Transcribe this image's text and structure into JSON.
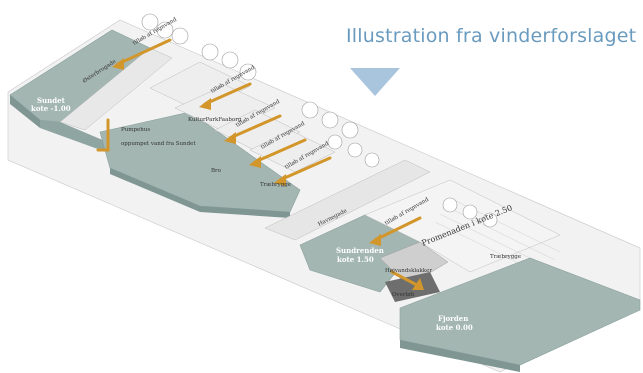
{
  "caption": "Illustration fra vinderforslaget",
  "colors": {
    "water": "#a3b6b2",
    "water_dark": "#7f9692",
    "wall": "#d9d9d9",
    "arrow": "#d2962a",
    "caption": "#6a9bbf",
    "triangle": "#a9c4dd"
  },
  "labels": {
    "sundet_name": "Sundet",
    "sundet_level": "kote -1.00",
    "oesterbrogade": "Østerbrogade",
    "pumpehus": "Pumpehus",
    "oppumpet": "oppumpet vand fra Sundet",
    "kulturparkfaaborg": "KulturParkFaaborg",
    "bro": "Bro",
    "traebrygge_1": "Træbrygge",
    "havnegade": "Havnegade",
    "sundrenden_name": "Sundrenden",
    "sundrenden_level": "kote 1.50",
    "promenaden": "Promenaden i kote 2.50",
    "hoejvandsklap": "Højvandsklakker",
    "overloeb": "Overløb",
    "traebrygge_2": "Træbrygge",
    "fjorden_name": "Fjorden",
    "fjorden_level": "kote 0.00",
    "tilloeb_1": "tilløb af regnvand",
    "tilloeb_2": "tilløb af regnvand",
    "tilloeb_3": "tilløb af regnvand",
    "tilloeb_4": "tilløb af regnvand",
    "tilloeb_5": "tilløb af regnvand",
    "tilloeb_6": "tilløb af regnvand"
  },
  "icons": {
    "pointer": "down-triangle-icon",
    "flow": "arrow-icon",
    "tree": "tree-icon"
  }
}
